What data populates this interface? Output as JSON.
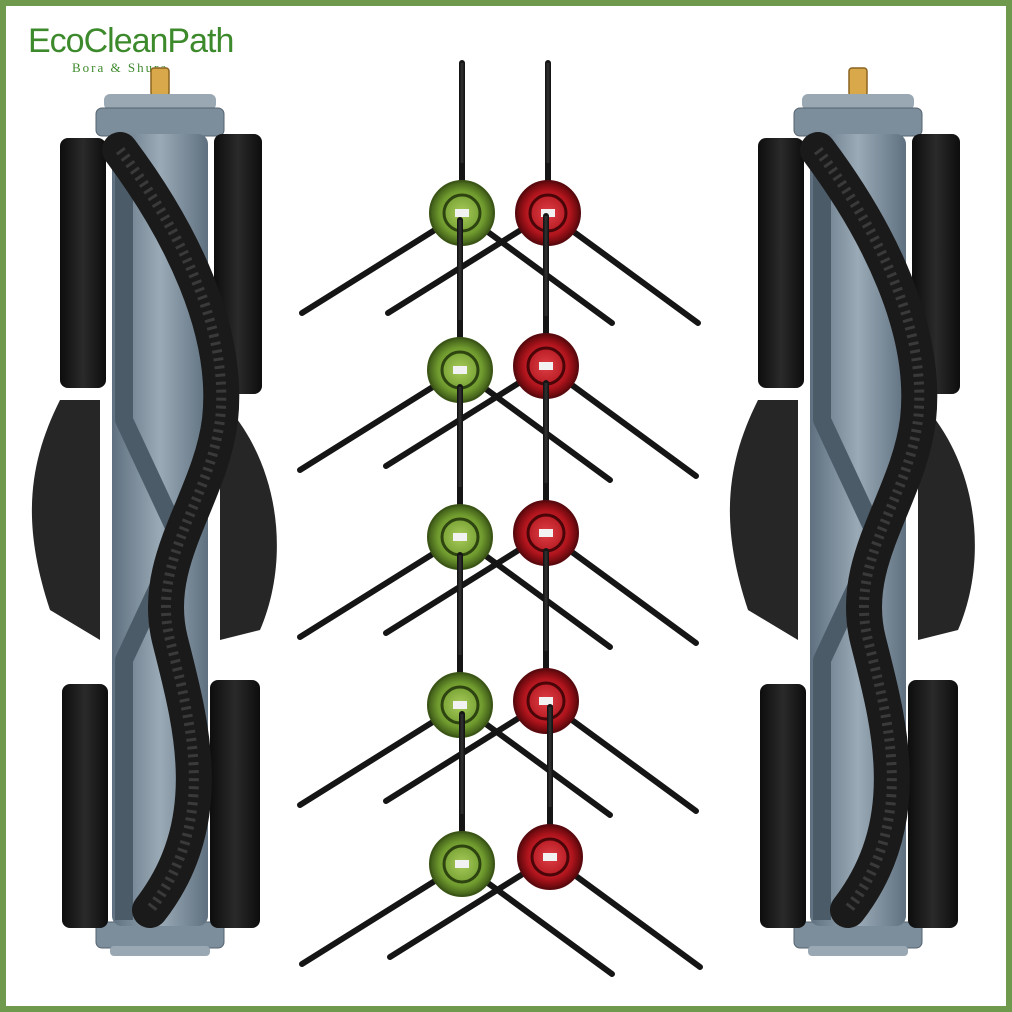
{
  "brand": {
    "name": "EcoCleanPath",
    "tagline": "Bora & Shura",
    "color": "#3d8a2c"
  },
  "frame": {
    "border_color": "#6f9a4e"
  },
  "product": {
    "main_brushes": 2,
    "side_brush_rows": 5,
    "side_brush_colors": [
      "#7ea93a",
      "#b8141d"
    ],
    "roller_core_color": "#7c8e9c",
    "bristle_color": "#1c1c1c"
  }
}
